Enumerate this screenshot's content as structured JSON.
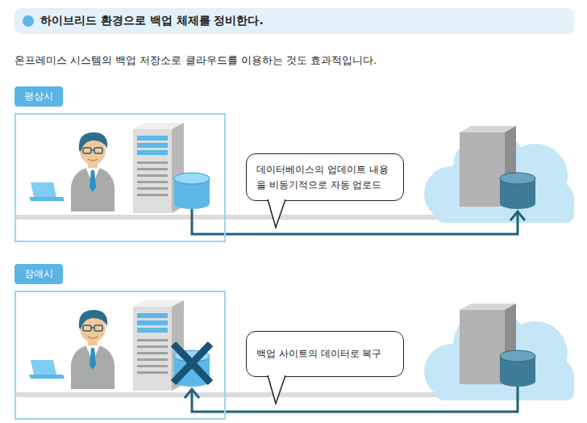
{
  "diagram": {
    "title": "하이브리드 환경으로 백업 체제를 정비한다.",
    "nodes": [
      {
        "text": [
          "평상시"
        ]
      },
      {
        "text": [
          "데이터베이스의 업데이트 내용을 비동기적으로 자동 업로드"
        ]
      },
      {
        "text": [
          "장애시"
        ]
      },
      {
        "text": [
          "백업 사이트의 데이터로 복구"
        ]
      }
    ],
    "labels": [
      "온프레미스 시스템의 백업 저장소로 클라우드를 이용하는 것도 효과적입니다."
    ]
  }
}
